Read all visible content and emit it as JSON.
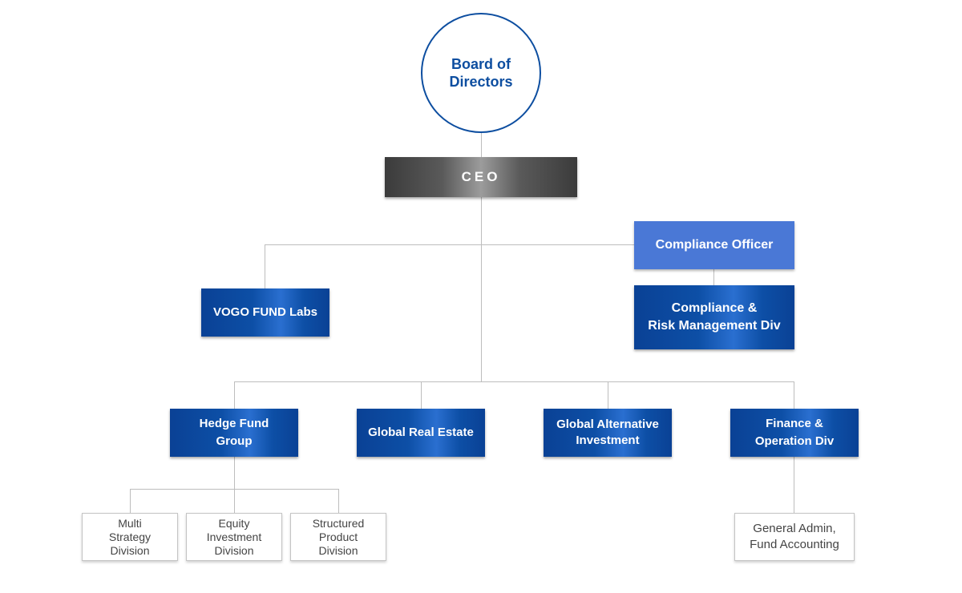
{
  "org_chart": {
    "board": "Board of\nDirectors",
    "ceo": "CEO",
    "compliance_officer": "Compliance Officer",
    "compliance_risk_div": "Compliance &\nRisk Management Div",
    "labs": "VOGO FUND Labs",
    "hedge_fund_group": "Hedge Fund\nGroup",
    "global_real_estate": "Global Real Estate",
    "global_alternative": "Global Alternative\nInvestment",
    "finance_operation": "Finance &\nOperation Div",
    "multi_strategy": "Multi\nStrategy\nDivision",
    "equity_investment": "Equity\nInvestment\nDivision",
    "structured_product": "Structured\nProduct\nDivision",
    "general_admin": "General Admin,\nFund Accounting"
  },
  "colors": {
    "primary_blue": "#0d4fa6",
    "light_blue": "#4a78d6",
    "ceo_gray": "#4a4a4a",
    "connector": "#bdbdbd"
  }
}
